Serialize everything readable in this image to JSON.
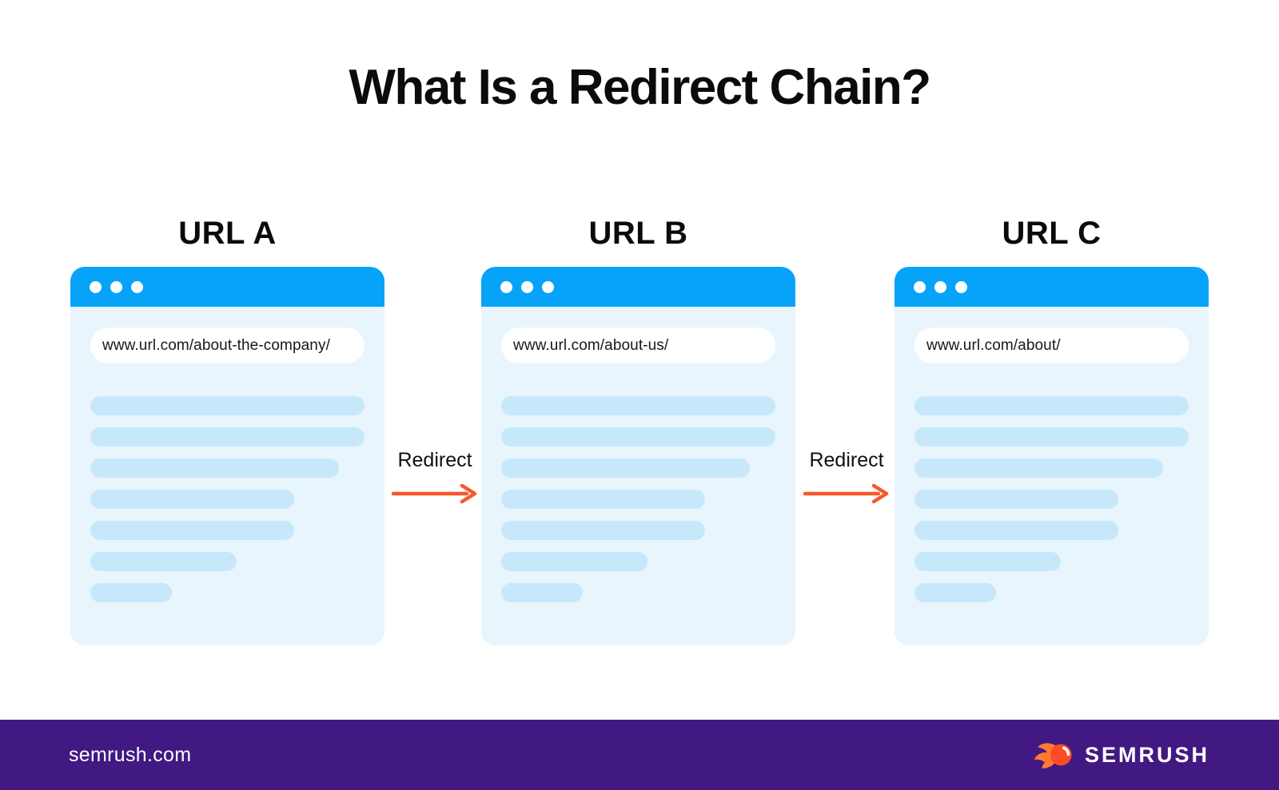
{
  "title": "What Is a Redirect Chain?",
  "windows": [
    {
      "label": "URL A",
      "url": "www.url.com/about-the-company/"
    },
    {
      "label": "URL B",
      "url": "www.url.com/about-us/"
    },
    {
      "label": "URL C",
      "url": "www.url.com/about/"
    }
  ],
  "connectors": [
    {
      "label": "Redirect"
    },
    {
      "label": "Redirect"
    }
  ],
  "footer": {
    "site": "semrush.com",
    "brand": "SEMRUSH"
  },
  "icons": {
    "window_controls": "window-dots-icon",
    "redirect_arrow": "right-arrow-icon",
    "brand": "semrush-flame-icon"
  },
  "colors": {
    "titlebar_blue": "#06a3f9",
    "page_tint": "#e8f5fd",
    "placeholder_line": "#c7e8fb",
    "arrow_orange": "#fa5628",
    "footer_purple": "#421983",
    "logo_ball": "#ff4b24",
    "logo_flame": "#ff7a33",
    "text_black": "#0b0b0c",
    "white": "#ffffff"
  }
}
